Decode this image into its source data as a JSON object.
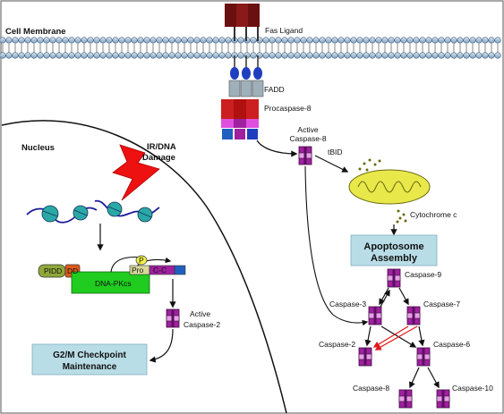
{
  "labels": {
    "cell_membrane": "Cell Membrane",
    "fas_ligand": "Fas Ligand",
    "fadd": "FADD",
    "procaspase8": "Procaspase-8",
    "nucleus": "Nucleus",
    "ir_dna_damage_line1": "IR/DNA",
    "ir_dna_damage_line2": "Damage",
    "active_caspase8_line1": "Active",
    "active_caspase8_line2": "Caspase-8",
    "tbid": "tBID",
    "cytochrome_c": "Cytochrome c",
    "apoptosome_line1": "Apoptosome",
    "apoptosome_line2": "Assembly",
    "pidd": "PIDD",
    "dd": "DD",
    "p": "P",
    "pro": "Pro",
    "cc": "C-C",
    "dna_pkcs": "DNA-PKcs",
    "active_caspase2_line1": "Active",
    "active_caspase2_line2": "Caspase-2",
    "checkpoint_line1": "G2/M Checkpoint",
    "checkpoint_line2": "Maintenance",
    "caspase9": "Caspase-9",
    "caspase3": "Caspase-3",
    "caspase7": "Caspase-7",
    "caspase2": "Caspase-2",
    "caspase6": "Caspase-6",
    "caspase8_bottom": "Caspase-8",
    "caspase10": "Caspase-10"
  },
  "colors": {
    "membrane": "#a9c3d9",
    "box_fill": "#b9dde6",
    "caspase": "#a020a0",
    "caspase_light": "#e6a0e6",
    "fas_ligand": "#6b1010",
    "procaspase": "#cc1f1f",
    "fadd": "#9fb0bb",
    "receptor": "#1f3fbf",
    "mito": "#e8e84a",
    "dna_pkcs": "#1fcc1f",
    "lightning": "#ee1111",
    "red_arrow": "#e01818"
  }
}
